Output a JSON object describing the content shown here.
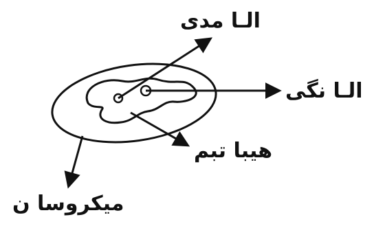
{
  "labels": {
    "top": "الـا مدی",
    "right": "الـا نگی",
    "middle": "هیبا تبم",
    "bottom": "میکروسا ن"
  }
}
